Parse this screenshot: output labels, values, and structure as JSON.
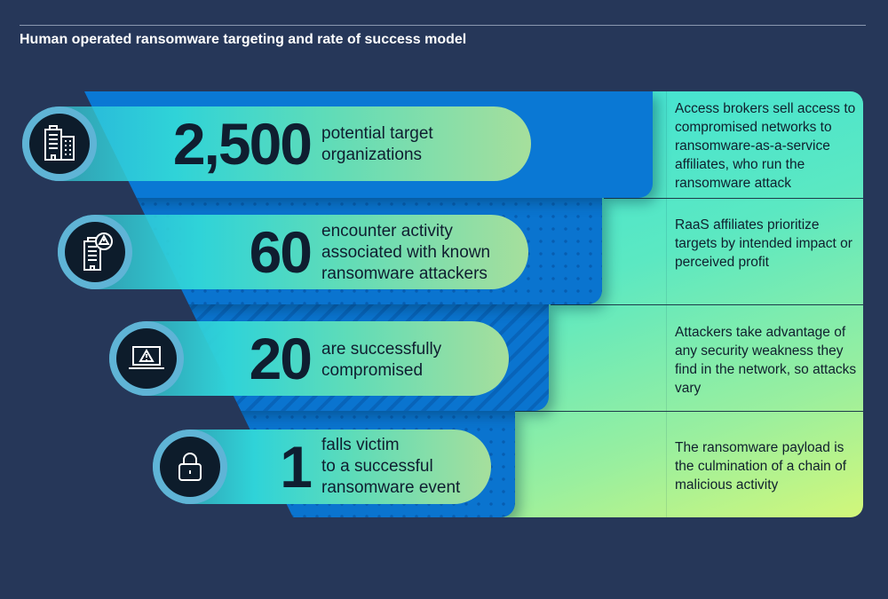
{
  "title": "Human operated ransomware targeting and rate of success model",
  "rows": [
    {
      "number": "2,500",
      "label": [
        "potential target",
        "organizations"
      ],
      "description": "Access brokers sell access to compromised networks to ransomware-as-a-service affiliates, who run the ransomware attack",
      "icon": "buildings-icon"
    },
    {
      "number": "60",
      "label": [
        "encounter activity",
        "associated with known",
        "ransomware attackers"
      ],
      "description": "RaaS affiliates prioritize targets by intended impact or perceived profit",
      "icon": "building-warning-icon"
    },
    {
      "number": "20",
      "label": [
        "are successfully",
        "compromised"
      ],
      "description": "Attackers take advantage of any security weakness they find in the network, so attacks vary",
      "icon": "laptop-warning-icon"
    },
    {
      "number": "1",
      "label": [
        "falls victim",
        "to a successful",
        "ransomware event"
      ],
      "description": "The ransomware payload is the culmination of a chain of malicious activity",
      "icon": "lock-icon"
    }
  ]
}
